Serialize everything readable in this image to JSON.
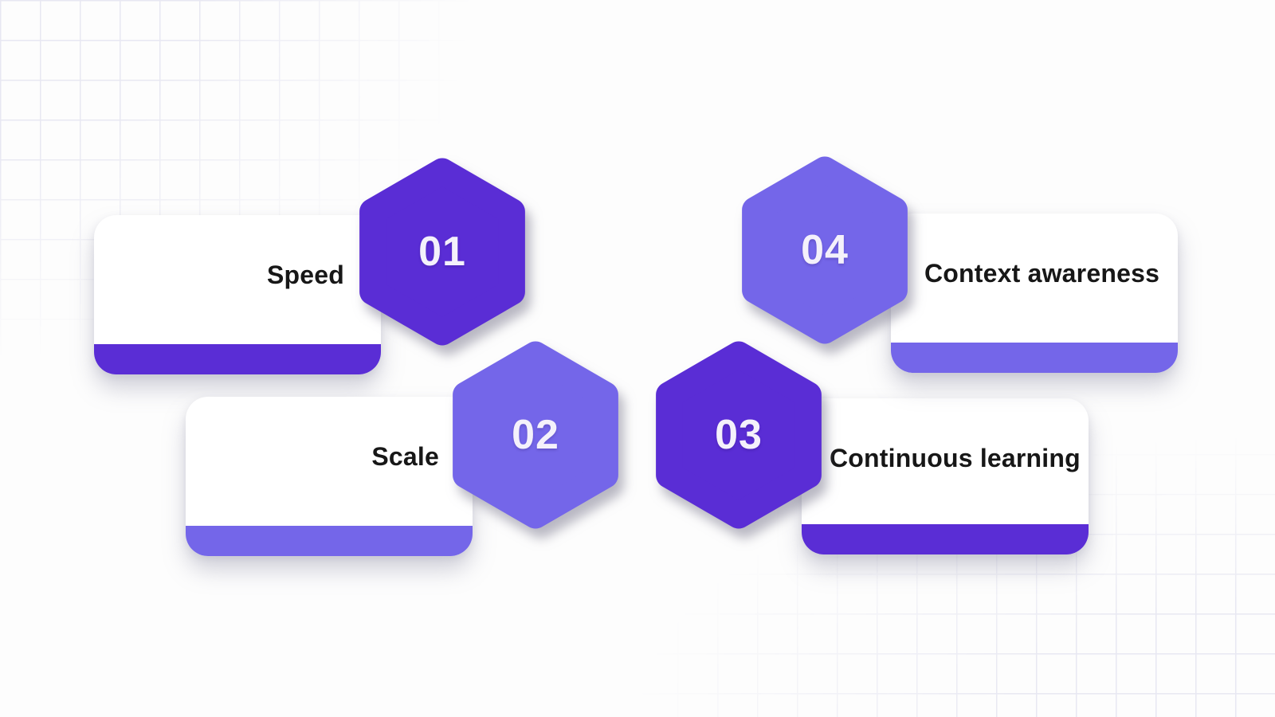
{
  "colors": {
    "dark_purple": "#5a2dd5",
    "light_purple": "#7466e9",
    "number_text": "#f4f1fb",
    "label_text": "#171717",
    "card_bg": "#ffffff",
    "grid_line": "#e8e8f2",
    "page_bg": "#fdfdfd"
  },
  "features": [
    {
      "number": "01",
      "label": "Speed",
      "variant": "dark",
      "side": "left"
    },
    {
      "number": "02",
      "label": "Scale",
      "variant": "light",
      "side": "left"
    },
    {
      "number": "03",
      "label": "Continuous learning",
      "variant": "dark",
      "side": "right"
    },
    {
      "number": "04",
      "label": "Context awareness",
      "variant": "light",
      "side": "right"
    }
  ]
}
